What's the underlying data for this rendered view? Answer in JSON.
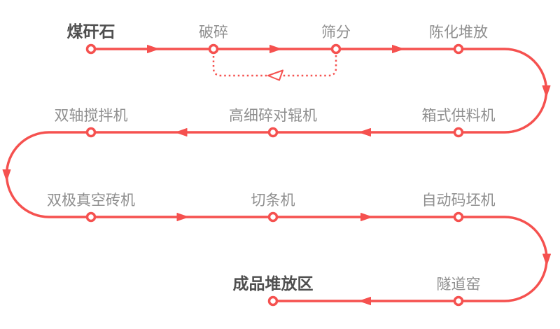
{
  "diagram_title": "",
  "colors": {
    "line": "#f5514f",
    "node_fill": "#ffffff",
    "label": "#8f8f8f",
    "label_emphasis": "#4f4f4f",
    "background": "#ffffff"
  },
  "process": {
    "steps": [
      {
        "label": "煤矸石",
        "emphasis": true
      },
      {
        "label": "破碎",
        "emphasis": false
      },
      {
        "label": "筛分",
        "emphasis": false
      },
      {
        "label": "陈化堆放",
        "emphasis": false
      },
      {
        "label": "箱式供料机",
        "emphasis": false
      },
      {
        "label": "高细碎对辊机",
        "emphasis": false
      },
      {
        "label": "双轴搅拌机",
        "emphasis": false
      },
      {
        "label": "双极真空砖机",
        "emphasis": false
      },
      {
        "label": "切条机",
        "emphasis": false
      },
      {
        "label": "自动码坯机",
        "emphasis": false
      },
      {
        "label": "隧道窑",
        "emphasis": false
      },
      {
        "label": "成品堆放区",
        "emphasis": true
      }
    ],
    "return_loop": {
      "from": "筛分",
      "to": "破碎",
      "style": "dotted"
    }
  }
}
